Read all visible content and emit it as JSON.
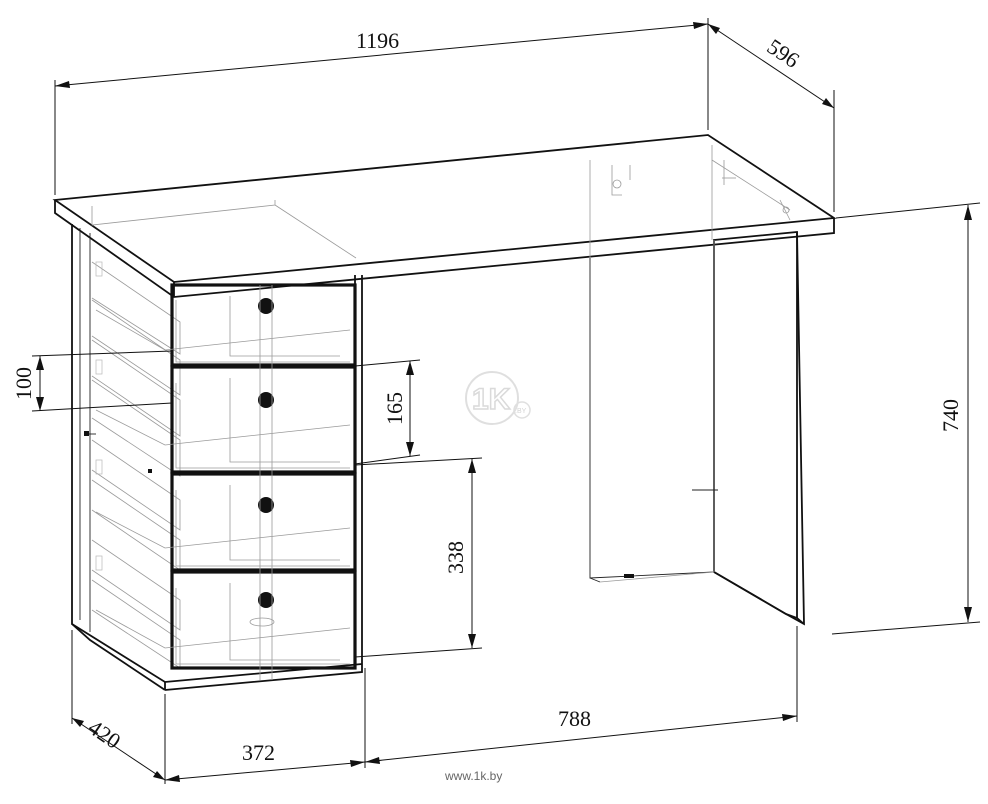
{
  "dimensions": {
    "width_total": "1196",
    "depth_total": "596",
    "height_total": "740",
    "drawer_narrow": "100",
    "drawer_mid": "165",
    "drawer_lower": "338",
    "pedestal_depth": "420",
    "pedestal_width": "372",
    "open_span": "788"
  },
  "credit": "www.1k.by",
  "watermark": {
    "glyph": "1K",
    "mark": ".BY"
  }
}
